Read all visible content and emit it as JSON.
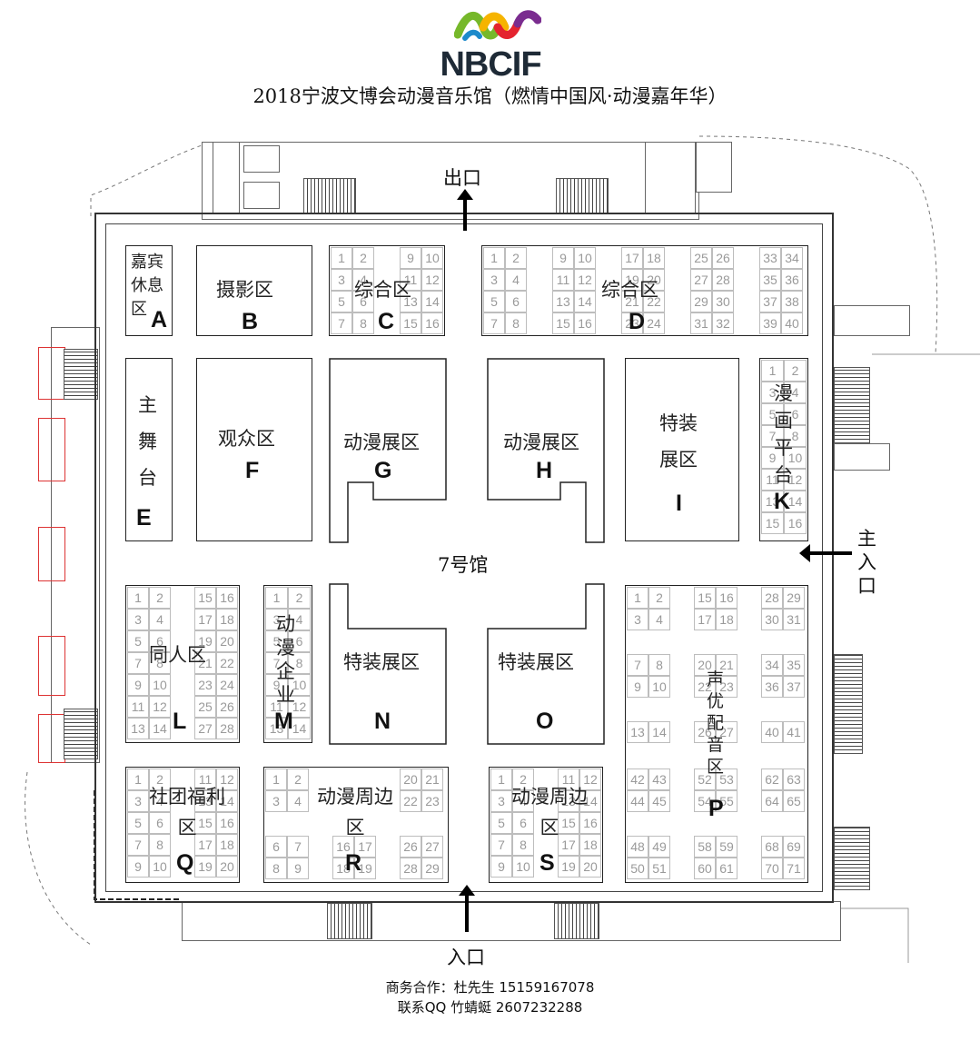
{
  "logo": {
    "text": "NBCIF",
    "colors": [
      "#e4232f",
      "#f6b400",
      "#76b82a",
      "#1d8acb",
      "#7a2c8f"
    ]
  },
  "title": "2018宁波文博会动漫音乐馆（燃情中国风·动漫嘉年华）",
  "labels": {
    "exit": "出口",
    "entrance": "入口",
    "main_entrance": "主入口",
    "hall": "7号馆"
  },
  "zones": {
    "A": {
      "name": "嘉宾休息区",
      "letter": "A"
    },
    "B": {
      "name": "摄影区",
      "letter": "B"
    },
    "C": {
      "name": "综合区",
      "letter": "C"
    },
    "D": {
      "name": "综合区",
      "letter": "D"
    },
    "E": {
      "name": "主舞台",
      "letter": "E"
    },
    "F": {
      "name": "观众区",
      "letter": "F"
    },
    "G": {
      "name": "动漫展区",
      "letter": "G"
    },
    "H": {
      "name": "动漫展区",
      "letter": "H"
    },
    "I": {
      "name": "特装展区",
      "letter": "I"
    },
    "K": {
      "name": "漫画平台",
      "letter": "K"
    },
    "L": {
      "name": "同人区",
      "letter": "L"
    },
    "M": {
      "name": "动漫企业",
      "letter": "M"
    },
    "N": {
      "name": "特装展区",
      "letter": "N"
    },
    "O": {
      "name": "特装展区",
      "letter": "O"
    },
    "P": {
      "name": "声优配音区",
      "letter": "P"
    },
    "Q": {
      "name": "社团福利区",
      "letter": "Q"
    },
    "R": {
      "name": "动漫周边区",
      "letter": "R"
    },
    "S": {
      "name": "动漫周边区",
      "letter": "S"
    }
  },
  "contact": {
    "line1": "商务合作：杜先生 15159167078",
    "line2": "联系QQ  竹蜻蜓 2607232288"
  }
}
